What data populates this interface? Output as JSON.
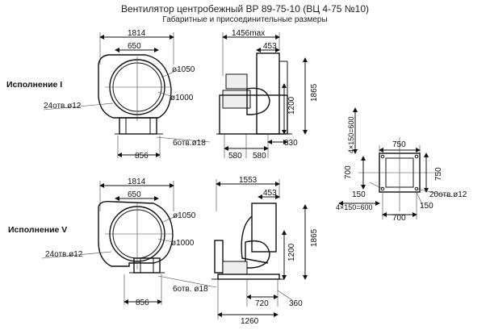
{
  "header": {
    "title": "Вентилятор центробежный ВР 89-75-10 (ВЦ 4-75 №10)",
    "subtitle": "Габаритные и присоединительные размеры"
  },
  "variant_top": {
    "label": "Исполнение I",
    "front": {
      "width": "1814",
      "inlet": "650",
      "dia_outer": "ø1050",
      "dia_inner": "ø1000",
      "holes_left": "24отв.ø12",
      "holes_base": "6отв.ø18",
      "base": "856"
    },
    "side": {
      "width": "1456max",
      "outlet": "453",
      "height": "1865",
      "height_axis": "1200",
      "base_left": "580",
      "base_right": "580",
      "offset": "330"
    }
  },
  "variant_bottom": {
    "label": "Исполнение V",
    "front": {
      "width": "1814",
      "inlet": "650",
      "dia_outer": "ø1050",
      "dia_inner": "ø1000",
      "holes_left": "24отв.ø12",
      "holes_base": "6отв. ø18",
      "base": "856"
    },
    "side": {
      "width": "1553",
      "outlet": "453",
      "height": "1865",
      "height_axis": "1200",
      "base_mid": "720",
      "offset": "360",
      "base_total": "1260"
    }
  },
  "flange": {
    "pitch_vertical": "4×150=600",
    "width_top": "750",
    "height_left": "700",
    "height_right": "750",
    "margin_left": "150",
    "holes": "20отв.ø12",
    "pitch_horizontal": "4×150=600",
    "margin_right": "150",
    "width_bottom": "700"
  }
}
